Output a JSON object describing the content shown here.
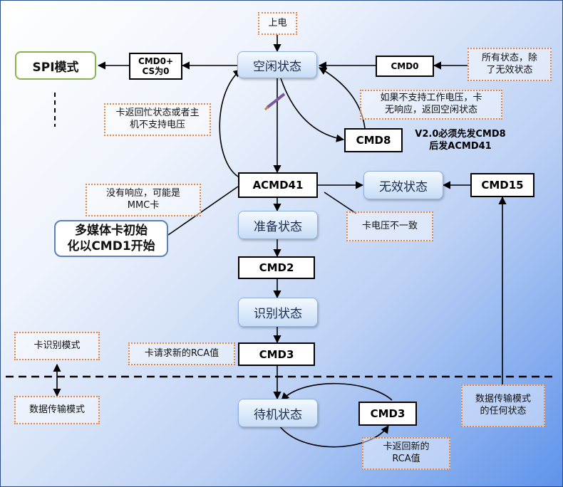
{
  "states": {
    "idle": "空闲状态",
    "ready": "准备状态",
    "ident": "识别状态",
    "standby": "待机状态",
    "inactive": "无效状态"
  },
  "commands": {
    "cmd0": "CMD0",
    "cmd0_cs": "CMD0+\nCS为0",
    "cmd8": "CMD8",
    "acmd41": "ACMD41",
    "cmd2": "CMD2",
    "cmd3": "CMD3",
    "cmd3_loop": "CMD3",
    "cmd15": "CMD15"
  },
  "spi_mode": "SPI模式",
  "power_on": "上电",
  "notes": {
    "all_states": "所有状态，除\n了无效状态",
    "not_support_voltage": "如果不支持工作电压，卡\n无响应，返回空闲状态",
    "v2_requirement": "V2.0必须先发CMD8\n后发ACMD41",
    "busy_or_host": "卡返回忙状态或者主\n机不支持电压",
    "no_response": "没有响应，可能是\nMMC卡",
    "mmc_start": "多媒体卡初始\n化以CMD1开始",
    "voltage_mismatch": "卡电压不一致",
    "request_rca": "卡请求新的RCA值",
    "return_rca": "卡返回新的\nRCA值",
    "card_id_mode": "卡识别模式",
    "data_transfer_mode": "数据传输模式",
    "any_data_state": "数据传输模式\n的任何状态"
  }
}
